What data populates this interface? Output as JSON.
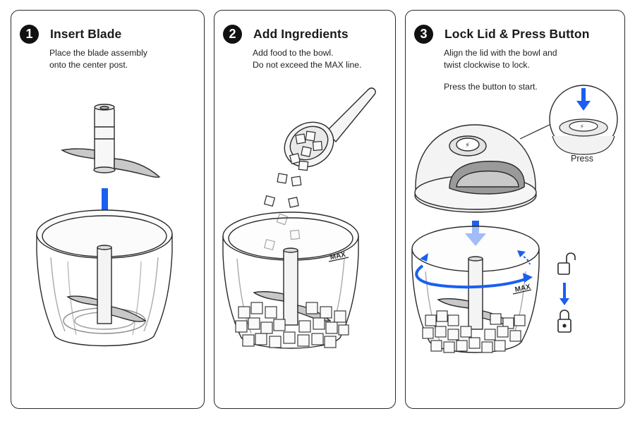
{
  "steps": [
    {
      "number": "1",
      "title": "Insert Blade",
      "lines": [
        "Place the blade assembly",
        "onto the center post."
      ]
    },
    {
      "number": "2",
      "title": "Add Ingredients",
      "lines": [
        "Add food to the bowl.",
        "Do not exceed the MAX line."
      ],
      "max_label": "MAX"
    },
    {
      "number": "3",
      "title": "Lock Lid & Press Button",
      "lines": [
        "Align the lid with the bowl and",
        "twist clockwise to lock."
      ],
      "extra_line": "Press the button to start.",
      "max_label": "MAX",
      "press_label": "Press"
    }
  ],
  "colors": {
    "accent": "#1a5ff0",
    "ink": "#2a2a2a",
    "badge": "#111111"
  },
  "icons": [
    "down-arrow-icon",
    "scoop-icon",
    "rotate-arrow-icon",
    "unlocked-padlock-icon",
    "locked-padlock-icon",
    "lightning-icon"
  ]
}
